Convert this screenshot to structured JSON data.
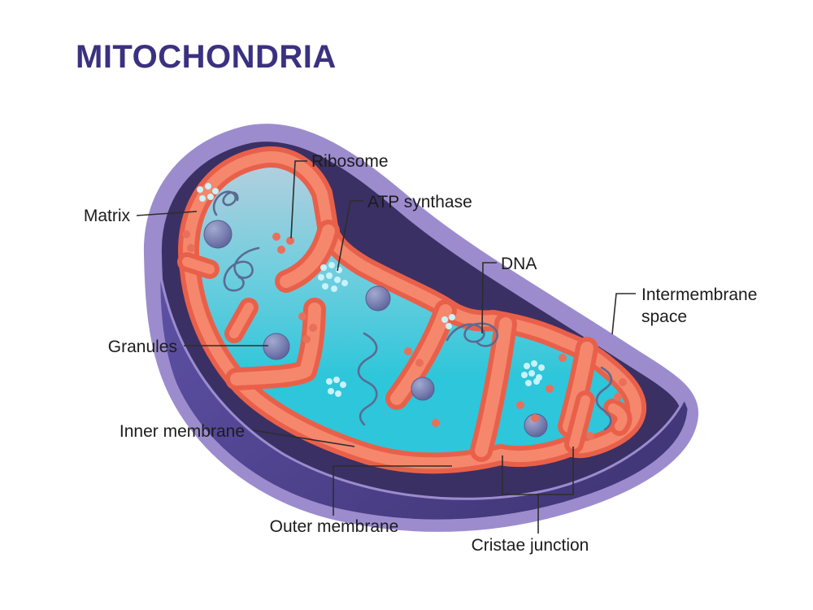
{
  "title": "MITOCHONDRIA",
  "labels": {
    "matrix": "Matrix",
    "ribosome": "Ribosome",
    "atp_synthase": "ATP synthase",
    "dna": "DNA",
    "intermembrane_line1": "Intermembrane",
    "intermembrane_line2": "space",
    "granules": "Granules",
    "inner_membrane": "Inner membrane",
    "outer_membrane": "Outer membrane",
    "cristae_junction": "Cristae junction"
  },
  "colors": {
    "background": "#ffffff",
    "title": "#3a3180",
    "label": "#1c1c1c",
    "leader": "#2d2d2d",
    "outer_rim": "#9c8cce",
    "intermembrane_space": "#3a3064",
    "lower_shell_light": "#5e51a6",
    "lower_shell_dark": "#423779",
    "membrane_edge": "#e9604a",
    "membrane_fill": "#f5876c",
    "matrix_teal": "#2ec6da",
    "matrix_pale": "#b7cfdf",
    "granule": "#6b71a5",
    "ribosome_dot": "#e8705a",
    "atp_dot": "#c9f2fb",
    "dna_strand": "#5a6b92"
  }
}
